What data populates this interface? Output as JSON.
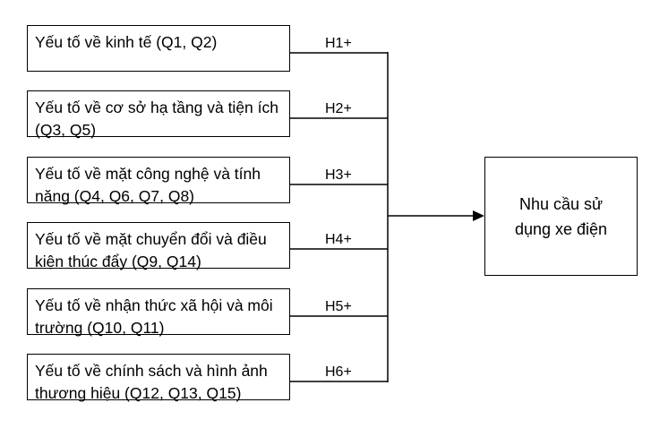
{
  "factors": [
    {
      "label": "Yếu tố về kinh tế (Q1, Q2)",
      "hypothesis": "H1+"
    },
    {
      "label": "Yếu tố về cơ sở hạ tầng và tiện ích (Q3, Q5)",
      "hypothesis": "H2+"
    },
    {
      "label": "Yếu tố về mặt công nghệ và tính năng (Q4, Q6, Q7, Q8)",
      "hypothesis": "H3+"
    },
    {
      "label": "Yếu tố về mặt chuyển đổi và điều kiện thúc đẩy (Q9, Q14)",
      "hypothesis": "H4+"
    },
    {
      "label": "Yếu tố về nhận thức xã hội và môi trường (Q10, Q11)",
      "hypothesis": "H5+"
    },
    {
      "label": "Yếu tố về chính sách và hình ảnh thương hiệu (Q12, Q13, Q15)",
      "hypothesis": "H6+"
    }
  ],
  "outcome": {
    "label": "Nhu cầu sử dụng xe điện"
  }
}
